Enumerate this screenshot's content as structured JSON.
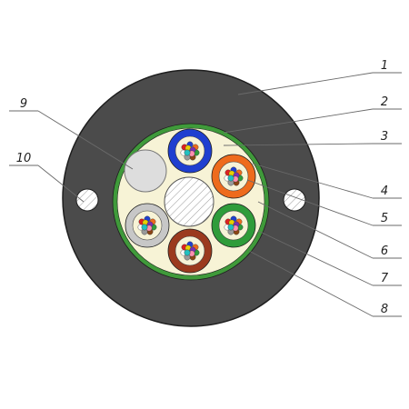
{
  "labels": [
    "1",
    "2",
    "3",
    "4",
    "5",
    "6",
    "7",
    "8",
    "9",
    "10"
  ],
  "colors": {
    "outer_sheath": "#4b4b4b",
    "sheath_outline": "#1e1e1e",
    "armor_ring": "#3f9a3a",
    "filler": "#f7f3d6",
    "central_member": "#ffffff",
    "module_blue": "#1f3fd0",
    "module_orange": "#ee6b1c",
    "module_green": "#2f9c3a",
    "module_brown": "#9b3a1e",
    "module_grey": "#c7c7c7",
    "dummy_element": "#dddddd",
    "gel": "#f7f3d6"
  }
}
